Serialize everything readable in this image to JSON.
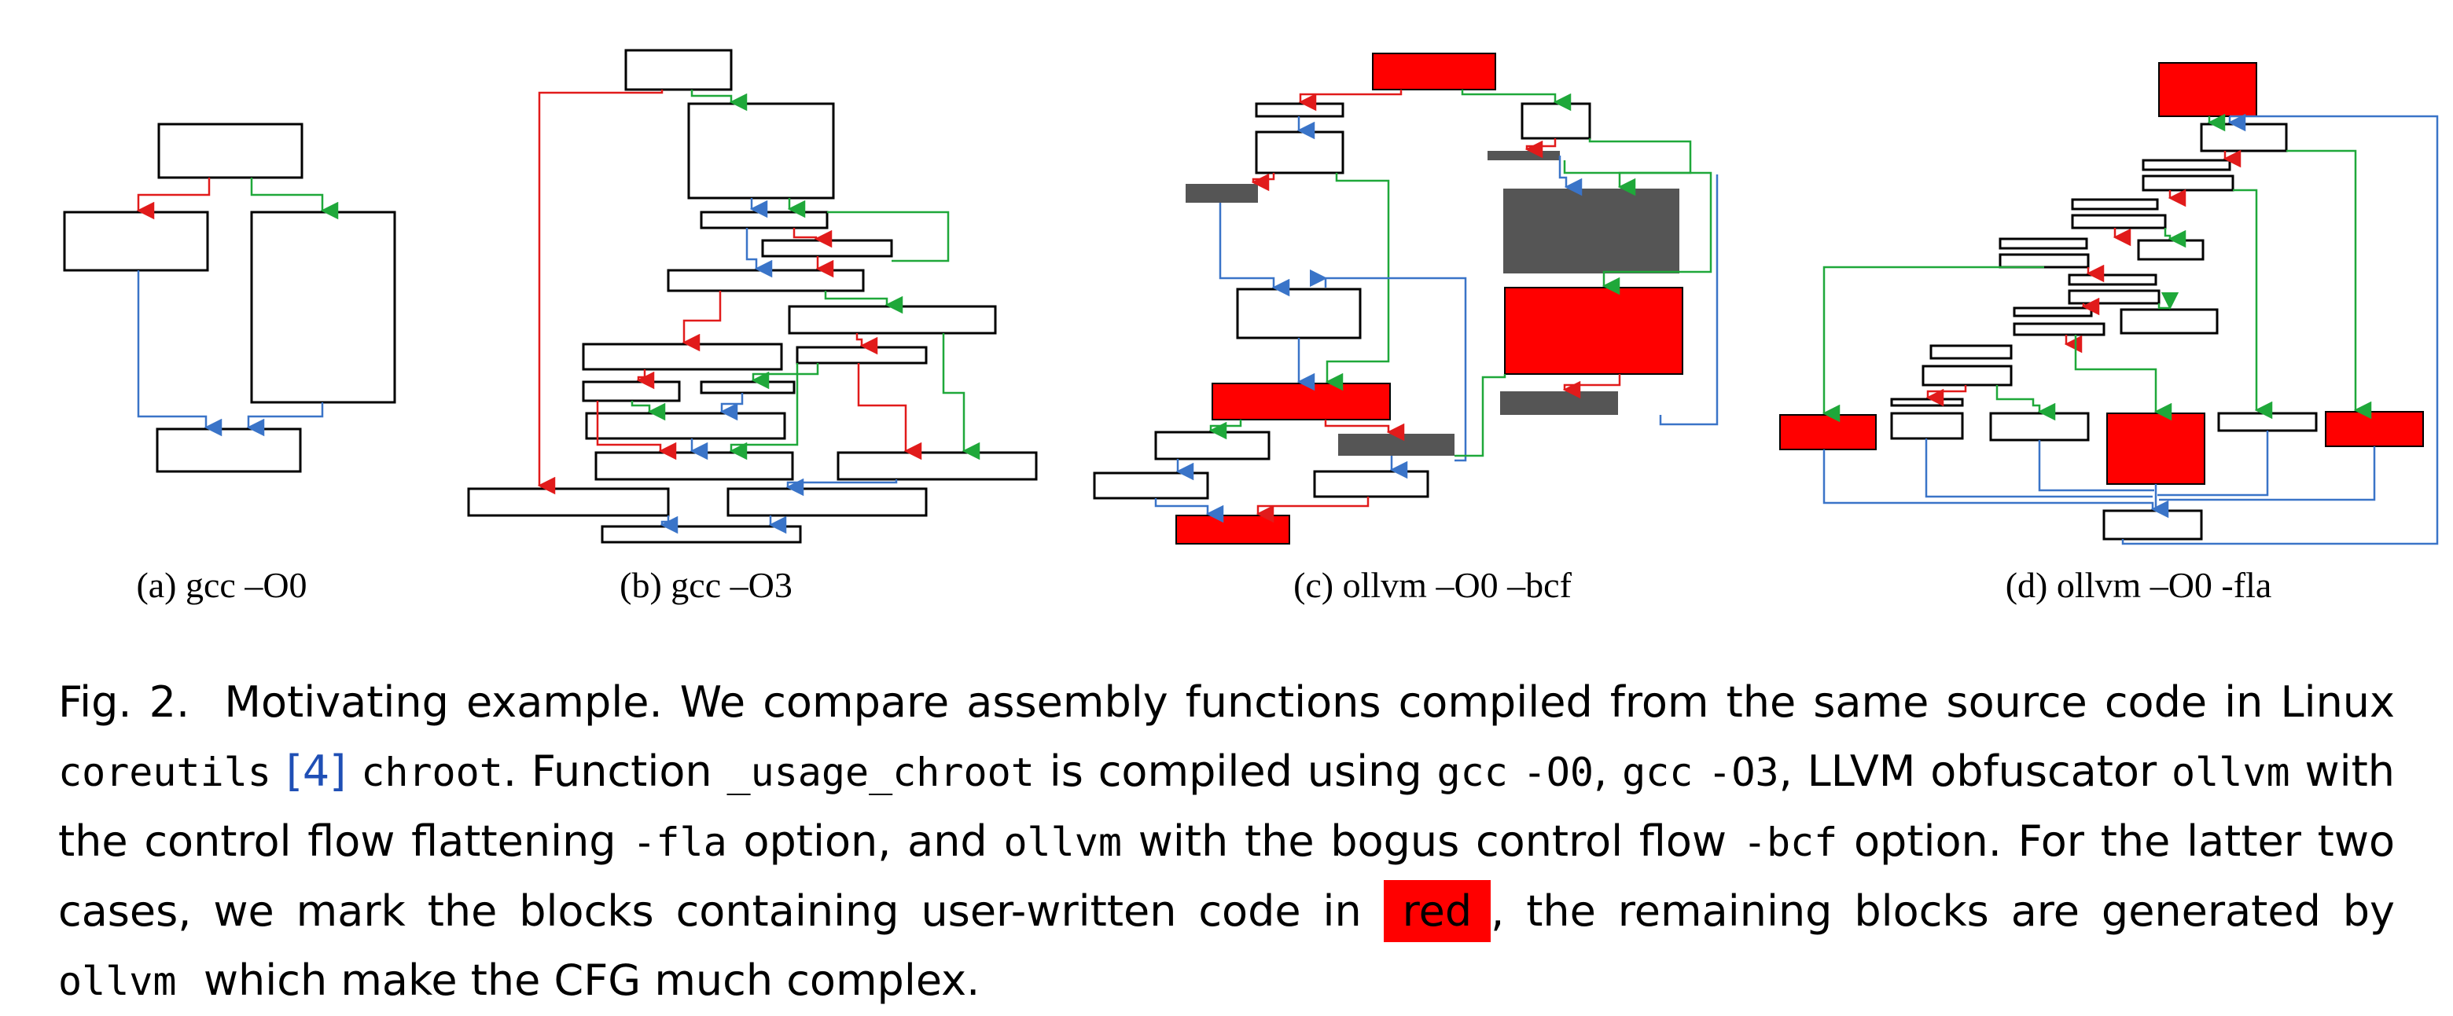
{
  "figure": {
    "subfigures": [
      {
        "label": "(a) gcc –O0"
      },
      {
        "label": "(b) gcc –O3"
      },
      {
        "label": "(c) ollvm –O0 –bcf"
      },
      {
        "label": "(d) ollvm –O0 -fla"
      }
    ],
    "colors": {
      "block_border": "#000000",
      "user_block": "#ff0000",
      "generated_block": "#555555",
      "edge_true": "#1fa83a",
      "edge_false": "#e11b1b",
      "edge_fallthrough": "#3a74c8"
    }
  },
  "caption": {
    "fig_label": "Fig. 2.",
    "t1": "Motivating example. We compare assembly functions compiled from the same source code in Linux",
    "code_coreutils": "coreutils",
    "ref_open": "[",
    "ref_num": "4",
    "ref_close": "]",
    "code_chroot": "chroot",
    "t2": ". Function",
    "code_usage": "_usage_chroot",
    "t3": "is compiled using",
    "code_gcc1": "gcc",
    "code_o0": "-O0",
    "t4": ",",
    "code_gcc2": "gcc",
    "code_o3": "-O3",
    "t5": ", LLVM obfuscator",
    "code_ollvm1": "ollvm",
    "t6": "with the control flow flattening",
    "code_fla": "-fla",
    "t7": "option, and",
    "code_ollvm2": "ollvm",
    "t8": "with the bogus control flow",
    "code_bcf": "-bcf",
    "t9": "option. For the latter two cases, we mark the blocks containing user-written code in",
    "red_word": "red",
    "t10": ", the remaining blocks are generated by",
    "code_ollvm3": "ollvm",
    "t11": "which make the CFG much complex."
  }
}
